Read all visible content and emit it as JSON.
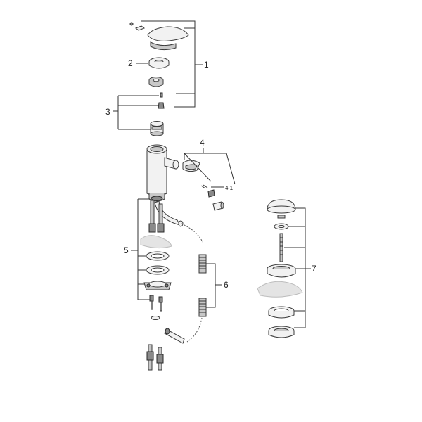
{
  "callouts": {
    "c1": "1",
    "c2": "2",
    "c3": "3",
    "c4": "4",
    "c4_1": "4.1",
    "c5": "5",
    "c6": "6",
    "c7": "7"
  }
}
